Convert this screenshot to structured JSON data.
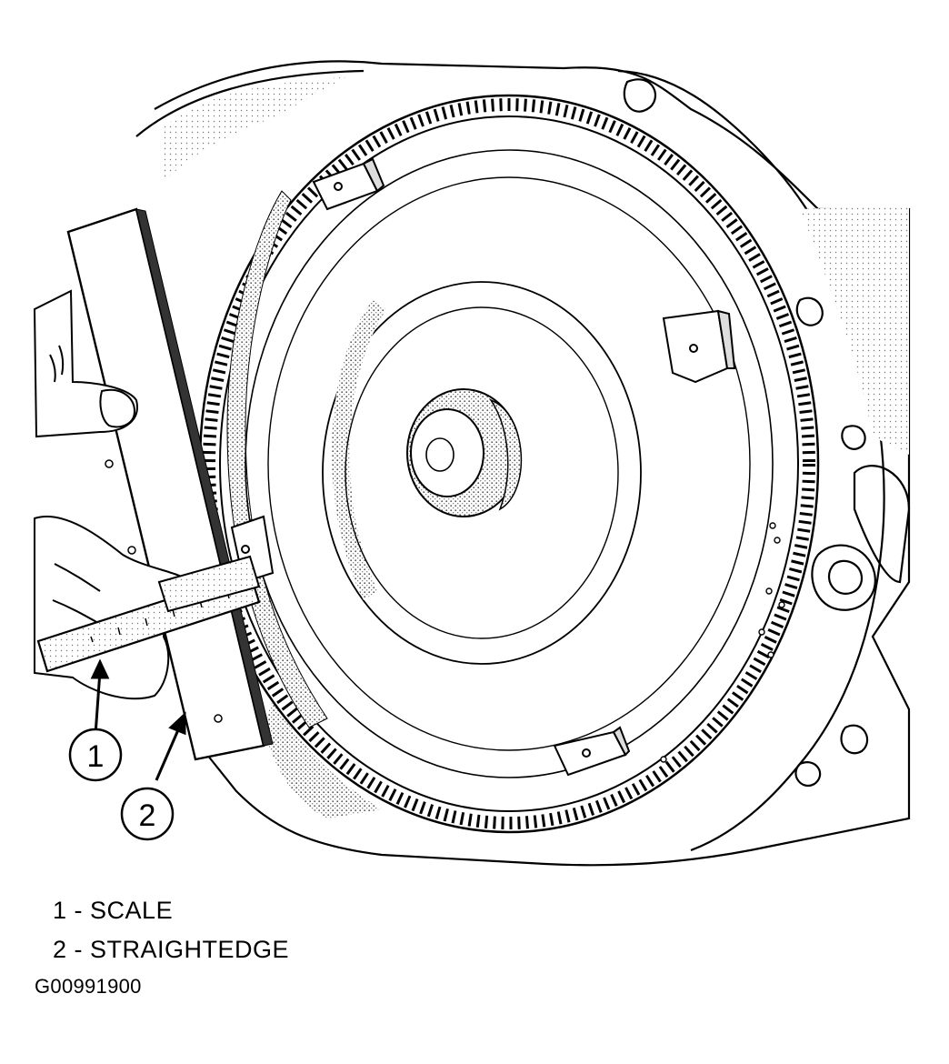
{
  "callouts": [
    {
      "number": "1"
    },
    {
      "number": "2"
    }
  ],
  "legend": [
    {
      "number": "1",
      "sep": " - ",
      "label": "SCALE"
    },
    {
      "number": "2",
      "sep": " - ",
      "label": "STRAIGHTEDGE"
    }
  ],
  "figure_id": "G00991900"
}
